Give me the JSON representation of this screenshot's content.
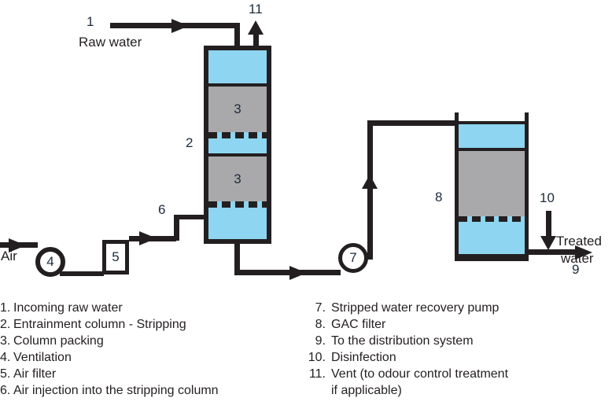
{
  "diagram": {
    "labels": {
      "raw_water_num": "1",
      "raw_water": "Raw water",
      "vent_num": "11",
      "column_num": "2",
      "packing_top_num": "3",
      "packing_bottom_num": "3",
      "air_injection_num": "6",
      "air": "Air",
      "ventilation_num": "4",
      "air_filter_num": "5",
      "pump_num": "7",
      "gac_num": "8",
      "disinfection_num": "10",
      "treated_word1": "Treated",
      "treated_word2": "water",
      "distribution_num": "9"
    },
    "colors": {
      "water_blue": "#8DD5F0",
      "packing_gray": "#A9A9AB",
      "line_black": "#231F20",
      "label_ink": "#1D2B3A"
    }
  },
  "legend": {
    "left": [
      {
        "num": "1.",
        "text": "Incoming raw water"
      },
      {
        "num": "2.",
        "text": "Entrainment column - Stripping"
      },
      {
        "num": "3.",
        "text": "Column packing"
      },
      {
        "num": "4.",
        "text": "Ventilation"
      },
      {
        "num": "5.",
        "text": "Air filter"
      },
      {
        "num": "6.",
        "text": "Air injection into the stripping column"
      }
    ],
    "right": [
      {
        "num": "7.",
        "text": "Stripped water recovery pump"
      },
      {
        "num": "8.",
        "text": "GAC filter"
      },
      {
        "num": "9.",
        "text": "To the distribution system"
      },
      {
        "num": "10.",
        "text": "Disinfection"
      },
      {
        "num": "11.",
        "text": "Vent (to odour control treatment"
      },
      {
        "num": "",
        "text": "if applicable)"
      }
    ]
  }
}
